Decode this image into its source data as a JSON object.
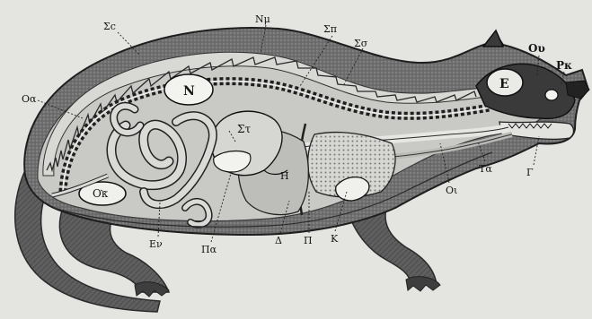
{
  "labels": {
    "sigma_c": "Σc",
    "nm": "Νμ",
    "sigma_p": "Σπ",
    "sigma_s": "Σσ",
    "omicron_u": "Ου",
    "rho_k": "Ρκ",
    "omicron_alpha": "Οα",
    "nu": "Ν",
    "epsilon": "Ε",
    "sigma_t": "Στ",
    "eta": "Η",
    "omicron_k": "Οκ",
    "omicron_iota": "Οι",
    "tau_alpha": "Τα",
    "gamma": "Γ",
    "epsilon_nu": "Εν",
    "pi_alpha": "Πα",
    "delta": "Δ",
    "pi": "Π",
    "kappa": "Κ"
  },
  "colors": {
    "background": "#e4e4e1",
    "body_shade": "#7e7e7e",
    "cavity": "#c9c9c6",
    "organ": "#dcdcd9",
    "ink": "#141414"
  }
}
